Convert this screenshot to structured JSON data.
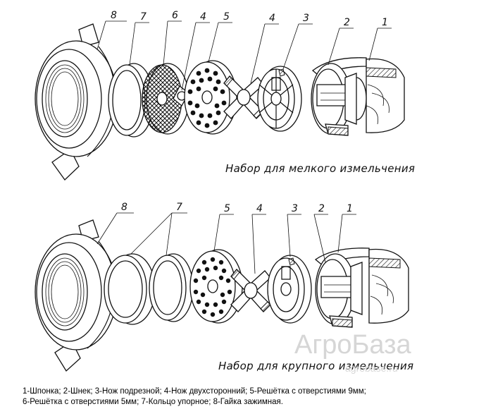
{
  "captions": {
    "fine": "Набор для мелкого измельчения",
    "coarse": "Набор для крупного измельчения"
  },
  "legend": {
    "line1": "1-Шпонка; 2-Шнек; 3-Нож подрезной; 4-Нож двухсторонний; 5-Решётка с отверстиями 9мм;",
    "line2": "6-Решётка с отверстиями 5мм; 7-Кольцо упорное; 8-Гайка зажимная."
  },
  "labels_top": [
    "8",
    "7",
    "6",
    "4",
    "5",
    "4",
    "3",
    "2",
    "1"
  ],
  "labels_bottom": [
    "8",
    "7",
    "5",
    "4",
    "3",
    "2",
    "1"
  ],
  "watermark": {
    "brand": "АгроБаза",
    "url": "agrobase.ru"
  }
}
